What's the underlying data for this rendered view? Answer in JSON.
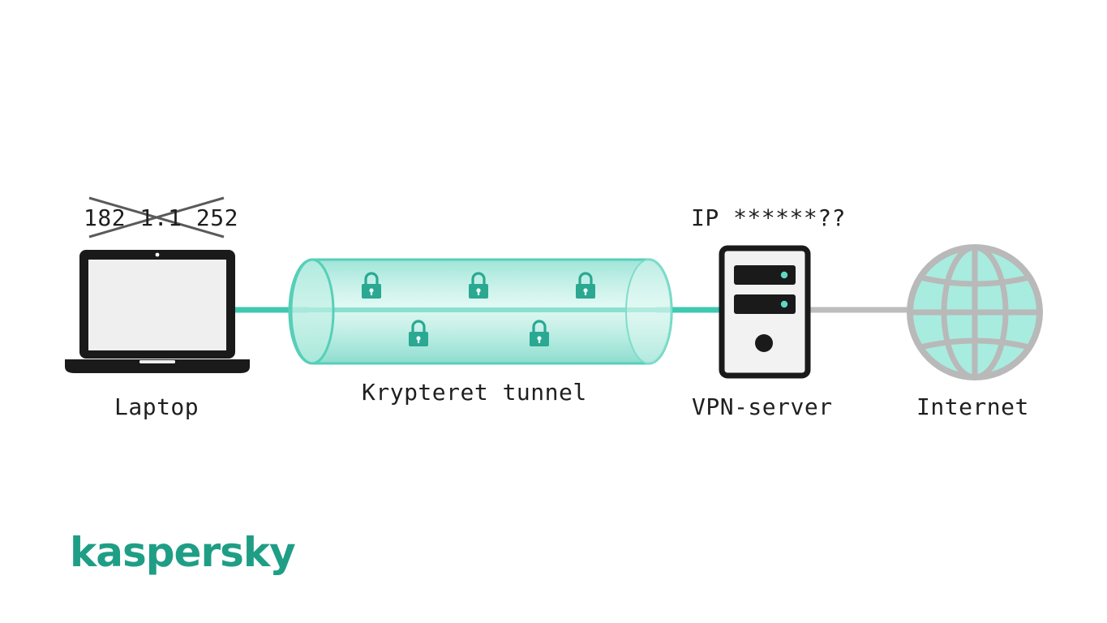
{
  "laptop": {
    "label": "Laptop",
    "ip_crossed": "182 1.1 252"
  },
  "tunnel": {
    "label": "Krypteret tunnel"
  },
  "server": {
    "label": "VPN-server",
    "ip_masked": "IP ******??"
  },
  "internet": {
    "label": "Internet"
  },
  "brand": {
    "logo_text": "kaspersky"
  },
  "colors": {
    "accent": "#3ec9b0",
    "tunnel_fill": "#8fe3d3",
    "lock": "#2aa892",
    "dark": "#1a1a1a",
    "globe_fill": "#a8ecdf",
    "globe_stroke": "#b9b9b9",
    "brand": "#1f9e86"
  },
  "icons": [
    "laptop-icon",
    "lock-icon",
    "server-icon",
    "globe-icon"
  ]
}
